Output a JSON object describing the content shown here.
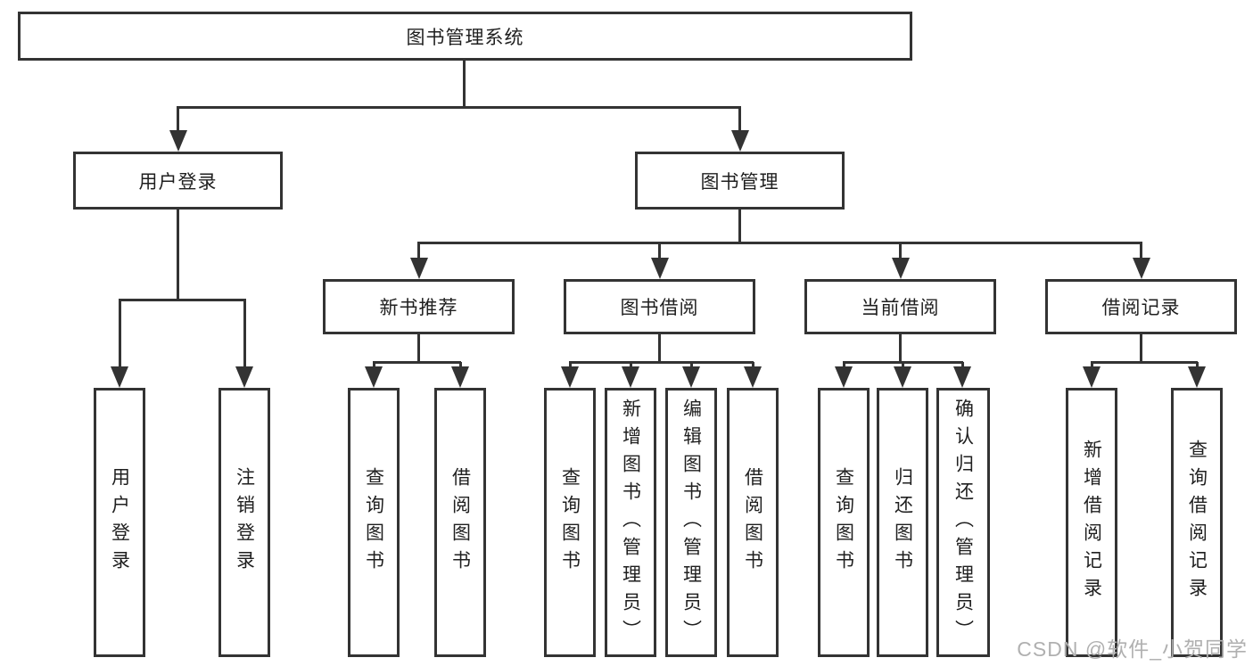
{
  "title": "图书管理系统",
  "level2": [
    {
      "label": "用户登录",
      "children": [
        {
          "label": "用户登录"
        },
        {
          "label": "注销登录"
        }
      ]
    },
    {
      "label": "图书管理",
      "children": [
        {
          "label": "新书推荐",
          "children": [
            {
              "label": "查询图书"
            },
            {
              "label": "借阅图书"
            }
          ]
        },
        {
          "label": "图书借阅",
          "children": [
            {
              "label": "查询图书"
            },
            {
              "label": "新增图书（管理员）"
            },
            {
              "label": "编辑图书（管理员）"
            },
            {
              "label": "借阅图书"
            }
          ]
        },
        {
          "label": "当前借阅",
          "children": [
            {
              "label": "查询图书"
            },
            {
              "label": "归还图书"
            },
            {
              "label": "确认归还（管理员）"
            }
          ]
        },
        {
          "label": "借阅记录",
          "children": [
            {
              "label": "新增借阅记录"
            },
            {
              "label": "查询借阅记录"
            }
          ]
        }
      ]
    }
  ],
  "watermark": "CSDN @软件_小贺同学",
  "colors": {
    "line": "#333333",
    "text": "#1f1f1f",
    "watermark": "#b0b0b0",
    "background": "#ffffff"
  }
}
